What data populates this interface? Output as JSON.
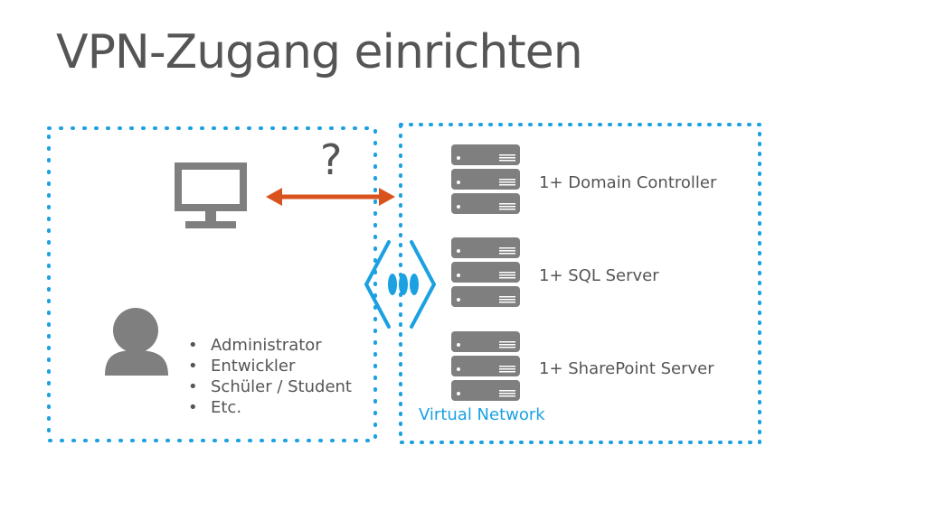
{
  "slide": {
    "title": "VPN-Zugang einrichten",
    "question_mark": "?",
    "roles": [
      "Administrator",
      "Entwickler",
      "Schüler / Student",
      "Etc."
    ],
    "virtual_network_label": "Virtual Network",
    "servers": [
      {
        "label": "1+ Domain Controller"
      },
      {
        "label": "1+ SQL Server"
      },
      {
        "label": "1+ SharePoint Server"
      }
    ]
  },
  "colors": {
    "text": "#555555",
    "icon_gray": "#7f7f7f",
    "accent_blue": "#1ba1e2",
    "arrow_orange": "#d9531e"
  },
  "icons": [
    "monitor-icon",
    "user-icon",
    "server-rack-icon",
    "vpn-gateway-icon",
    "double-arrow-icon"
  ]
}
